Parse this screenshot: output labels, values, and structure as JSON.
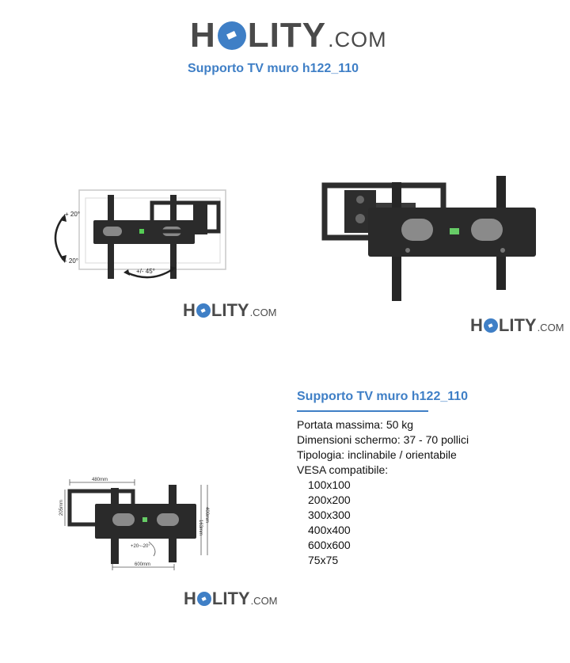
{
  "brand": {
    "name_pre": "H",
    "name_post": "LITY",
    "tld": ".COM"
  },
  "page_title": "Supporto TV muro h122_110",
  "images": {
    "angles": {
      "tilt_up": "+ 20°",
      "tilt_down": "- 20°",
      "swivel": "+/- 45°"
    },
    "dimensions": {
      "width_top": "480mm",
      "height_left": "205mm",
      "height_outer": "400mm",
      "height_inner": "163mm",
      "tilt": "+20~-20°",
      "width_bottom": "600mm"
    }
  },
  "specs": {
    "heading": "Supporto TV muro h122_110",
    "max_load": "Portata massima: 50 kg",
    "screen_size": "Dimensioni schermo: 37 - 70 pollici",
    "type": "Tipologia: inclinabile / orientabile",
    "vesa_label": "VESA compatibile:",
    "vesa": [
      "100x100",
      "200x200",
      "300x300",
      "400x400",
      "600x600",
      "75x75"
    ]
  }
}
